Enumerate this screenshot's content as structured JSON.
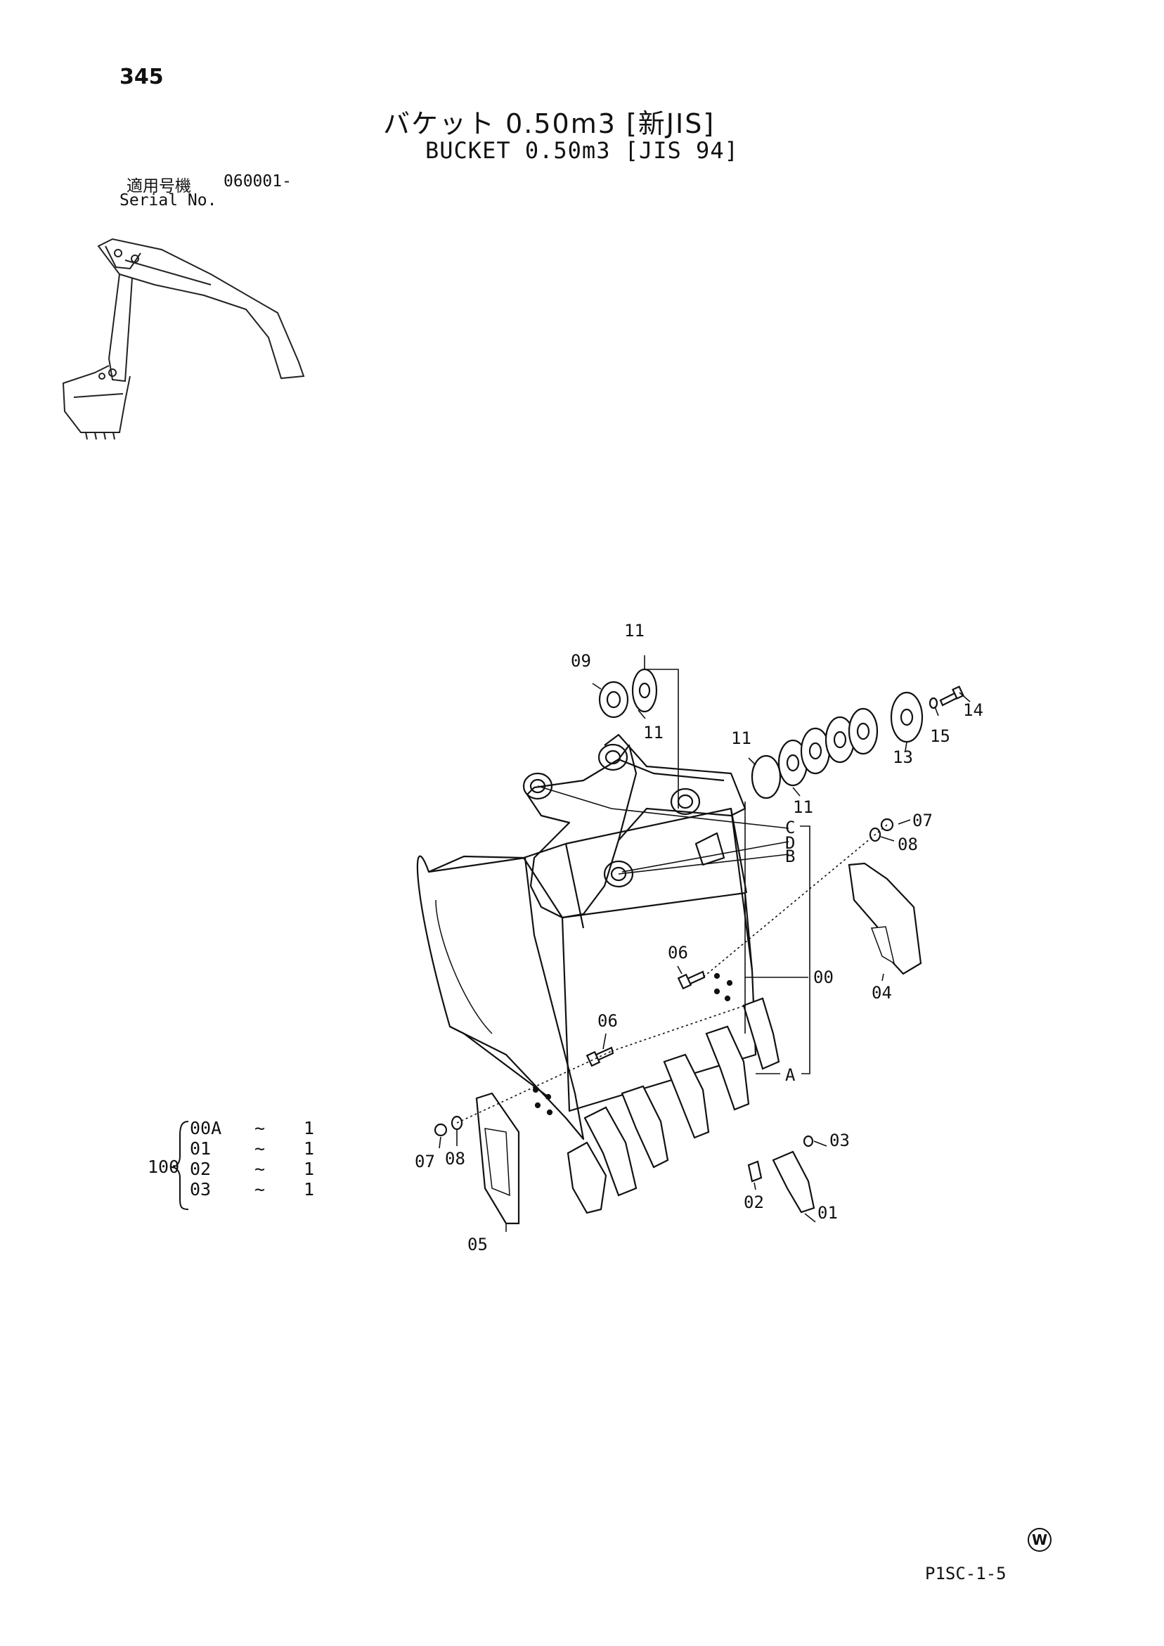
{
  "header": {
    "page_number": "345",
    "title_jp": "バケット 0.50m3 [新JIS]",
    "title_en": "BUCKET 0.50m3 [JIS 94]",
    "serial_label_jp": "適用号機",
    "serial_value": "060001-",
    "serial_label_en": "Serial No."
  },
  "callouts": {
    "c00": "00",
    "c01": "01",
    "c02": "02",
    "c03": "03",
    "c04": "04",
    "c05": "05",
    "c06": "06",
    "c07": "07",
    "c08": "08",
    "c09": "09",
    "c11": "11",
    "c13": "13",
    "c14": "14",
    "c15": "15",
    "A": "A",
    "B": "B",
    "C": "C",
    "D": "D"
  },
  "kit": {
    "parent": "100",
    "items": [
      {
        "code": "00A",
        "sym": "~",
        "qty": "1"
      },
      {
        "code": "01",
        "sym": "~",
        "qty": "1"
      },
      {
        "code": "02",
        "sym": "~",
        "qty": "1"
      },
      {
        "code": "03",
        "sym": "~",
        "qty": "1"
      }
    ]
  },
  "footer": {
    "mark": "W",
    "page_code": "P1SC-1-5"
  }
}
